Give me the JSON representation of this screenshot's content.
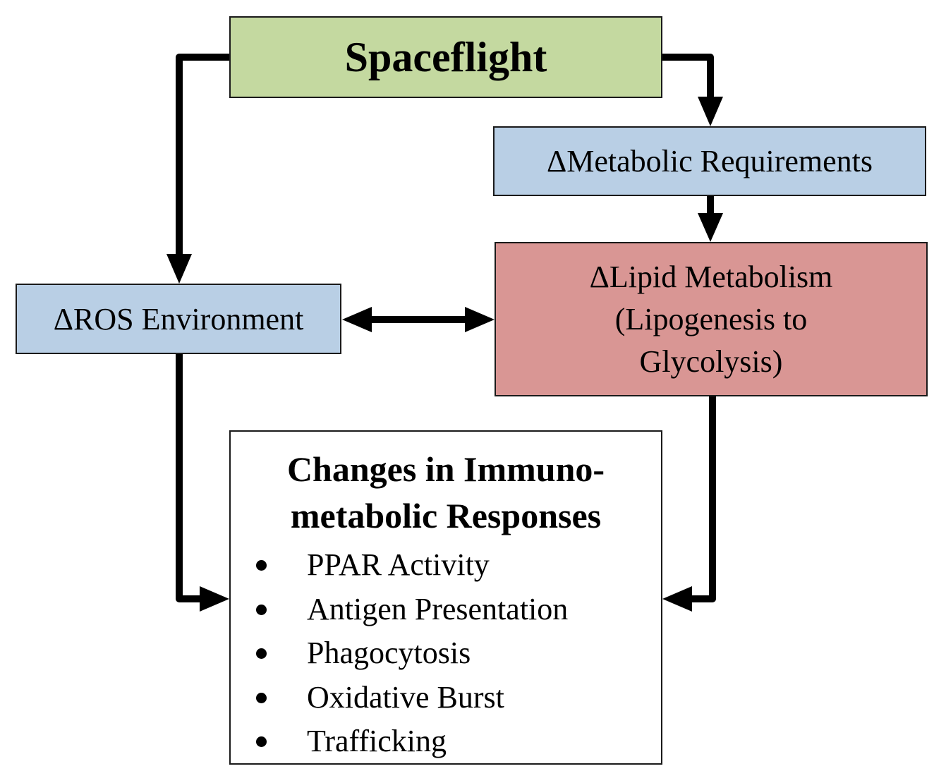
{
  "nodes": {
    "spaceflight": {
      "label": "Spaceflight",
      "color": "#c4d9a0"
    },
    "metabolic_requirements": {
      "label": "ΔMetabolic Requirements",
      "color": "#b9cfe5"
    },
    "ros_environment": {
      "label": "ΔROS Environment",
      "color": "#b9cfe5"
    },
    "lipid_metabolism": {
      "lines": [
        "ΔLipid Metabolism",
        "(Lipogenesis to",
        "Glycolysis)"
      ],
      "color": "#d99694"
    },
    "immunometabolic": {
      "title_lines": [
        "Changes in Immuno-",
        "metabolic Responses"
      ],
      "items": [
        "PPAR Activity",
        "Antigen Presentation",
        "Phagocytosis",
        "Oxidative Burst",
        "Trafficking"
      ],
      "color": "#ffffff"
    }
  },
  "edges": [
    {
      "from": "spaceflight",
      "to": "ros_environment"
    },
    {
      "from": "spaceflight",
      "to": "metabolic_requirements"
    },
    {
      "from": "metabolic_requirements",
      "to": "lipid_metabolism"
    },
    {
      "from": "ros_environment",
      "to": "lipid_metabolism",
      "bidirectional": true
    },
    {
      "from": "ros_environment",
      "to": "immunometabolic"
    },
    {
      "from": "lipid_metabolism",
      "to": "immunometabolic"
    }
  ]
}
